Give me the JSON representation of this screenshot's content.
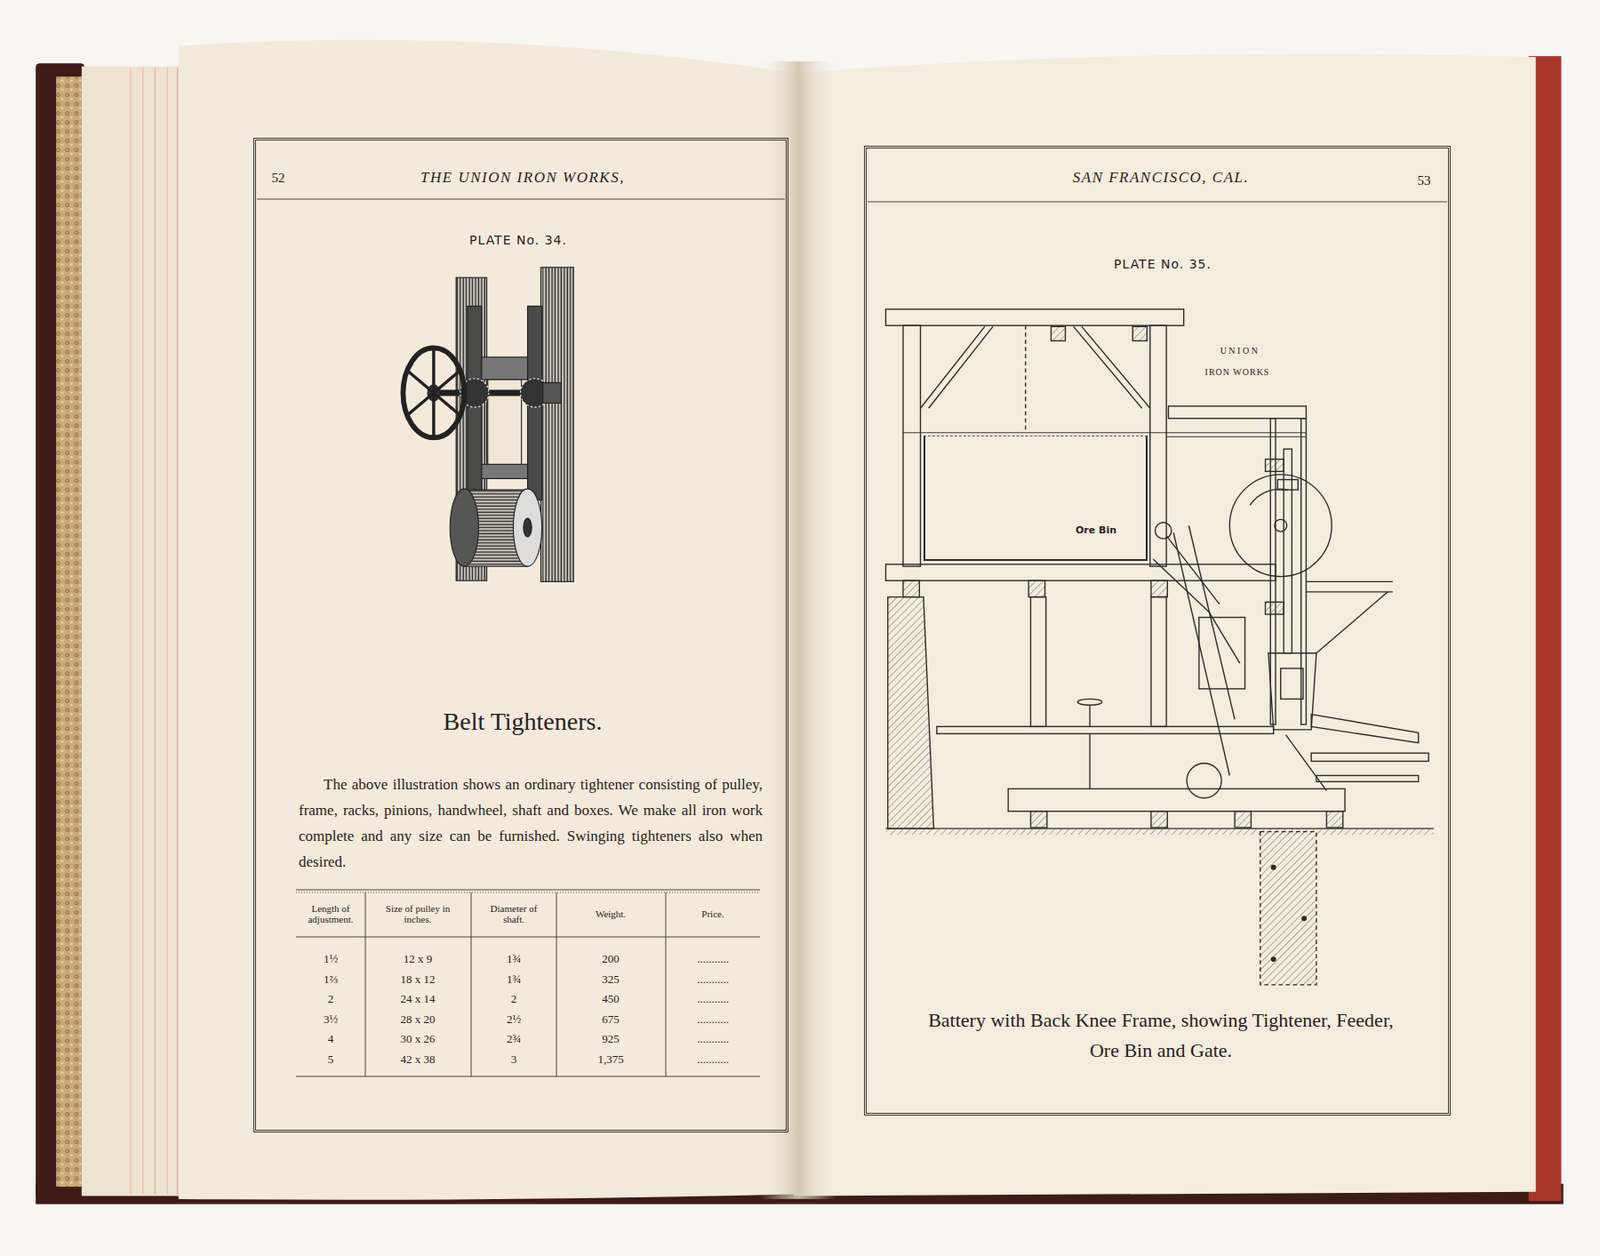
{
  "diagram": {
    "caption": "Battery with Back Knee Frame, showing Tightener, Feeder, Ore Bin and Gate.",
    "nodes": [
      {
        "text": [
          "52",
          "THE UNION IRON WORKS,",
          "PLATE No. 34.",
          "Belt Tighteners.",
          "The above illustration shows an ordinary tightener consisting of pulley, frame, racks, pinions, handwheel, shaft and boxes. We make all iron work complete and any size can be furnished. Swinging tighteners also when desired."
        ]
      },
      {
        "text": [
          "SAN FRANCISCO, CAL.",
          "53",
          "PLATE No. 35."
        ]
      },
      {
        "text": [
          "Ore Bin"
        ],
        "in": 1
      }
    ],
    "labels": [
      "Length of adjustment.",
      "Size of pulley in inches.",
      "Diameter of shaft.",
      "Weight.",
      "Price.",
      "1½",
      "12 x 9",
      "1¾",
      "200",
      "...........",
      "1⅔",
      "18 x 12",
      "1¾",
      "325",
      "...........",
      "2",
      "24 x 14",
      "2",
      "450",
      "...........",
      "3½",
      "28 x 20",
      "2½",
      "675",
      "...........",
      "4",
      "30 x 26",
      "2¾",
      "925",
      "...........",
      "5",
      "42 x 38",
      "3",
      "1,375",
      "...........",
      "UNION",
      "IRON WORKS"
    ]
  }
}
